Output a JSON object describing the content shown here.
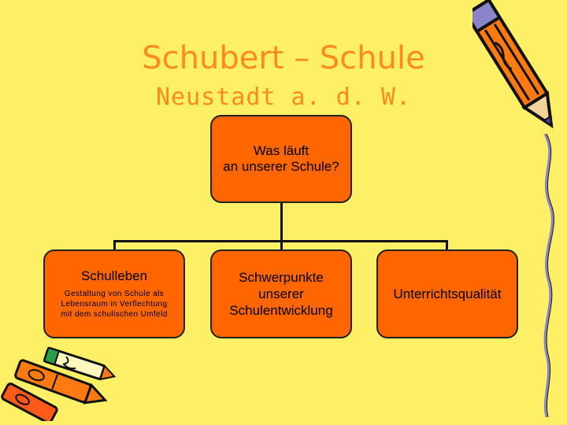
{
  "title": "Schubert – Schule",
  "subtitle": "Neustadt a. d. W.",
  "org": {
    "root": {
      "line1": "Was läuft",
      "line2": "an unserer Schule?"
    },
    "children": [
      {
        "label": "Schulleben",
        "note": [
          "Gestaltung von Schule als",
          "Lebensraum in Verflechtung",
          "mit dem schulischen Umfeld"
        ]
      },
      {
        "lines": [
          "Schwerpunkte",
          "unserer",
          "Schulentwicklung"
        ]
      },
      {
        "label": "Unterrichtsqualität"
      }
    ]
  },
  "colors": {
    "background": "#fdf067",
    "title": "#ff8c1a",
    "box_fill": "#ff6600",
    "connector": "#111111"
  },
  "icons": [
    "pencil-icon",
    "crayons-icon",
    "squiggle-line-icon"
  ]
}
